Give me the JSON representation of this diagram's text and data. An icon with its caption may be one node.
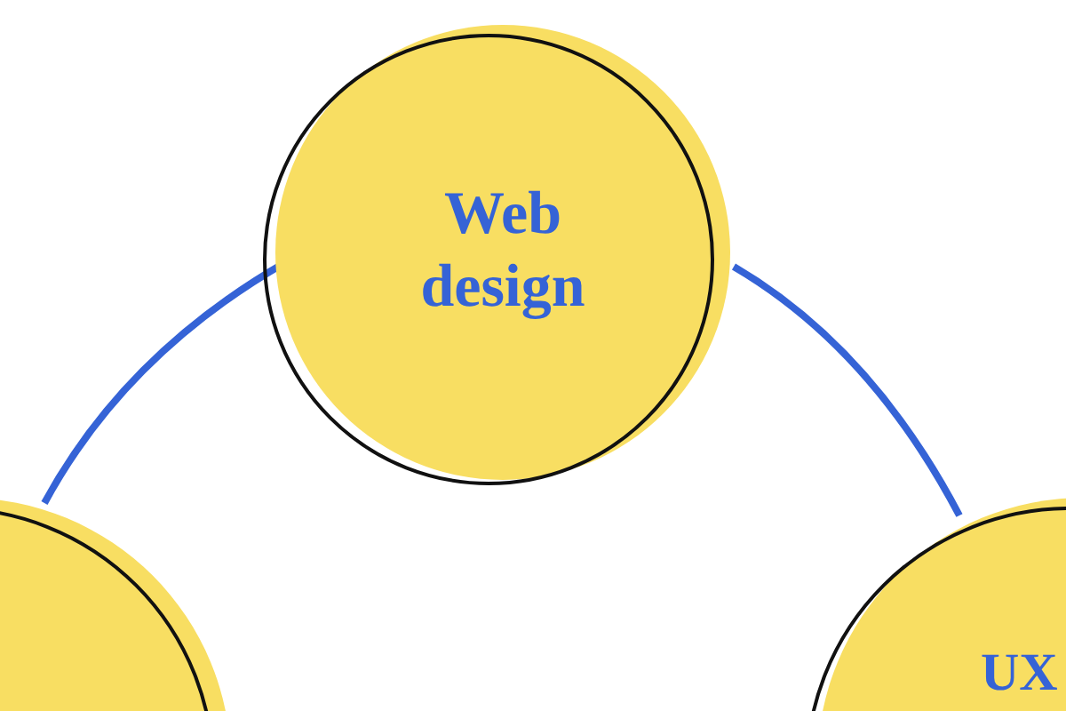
{
  "diagram": {
    "nodes": [
      {
        "text": [
          "Web design"
        ]
      },
      {
        "text": [],
        "shape": "circle"
      },
      {
        "text": [
          "UX"
        ]
      }
    ],
    "edges": [
      {
        "from": 0,
        "to": 1,
        "arrow": "none"
      },
      {
        "from": 0,
        "to": 2,
        "arrow": "none"
      }
    ]
  }
}
